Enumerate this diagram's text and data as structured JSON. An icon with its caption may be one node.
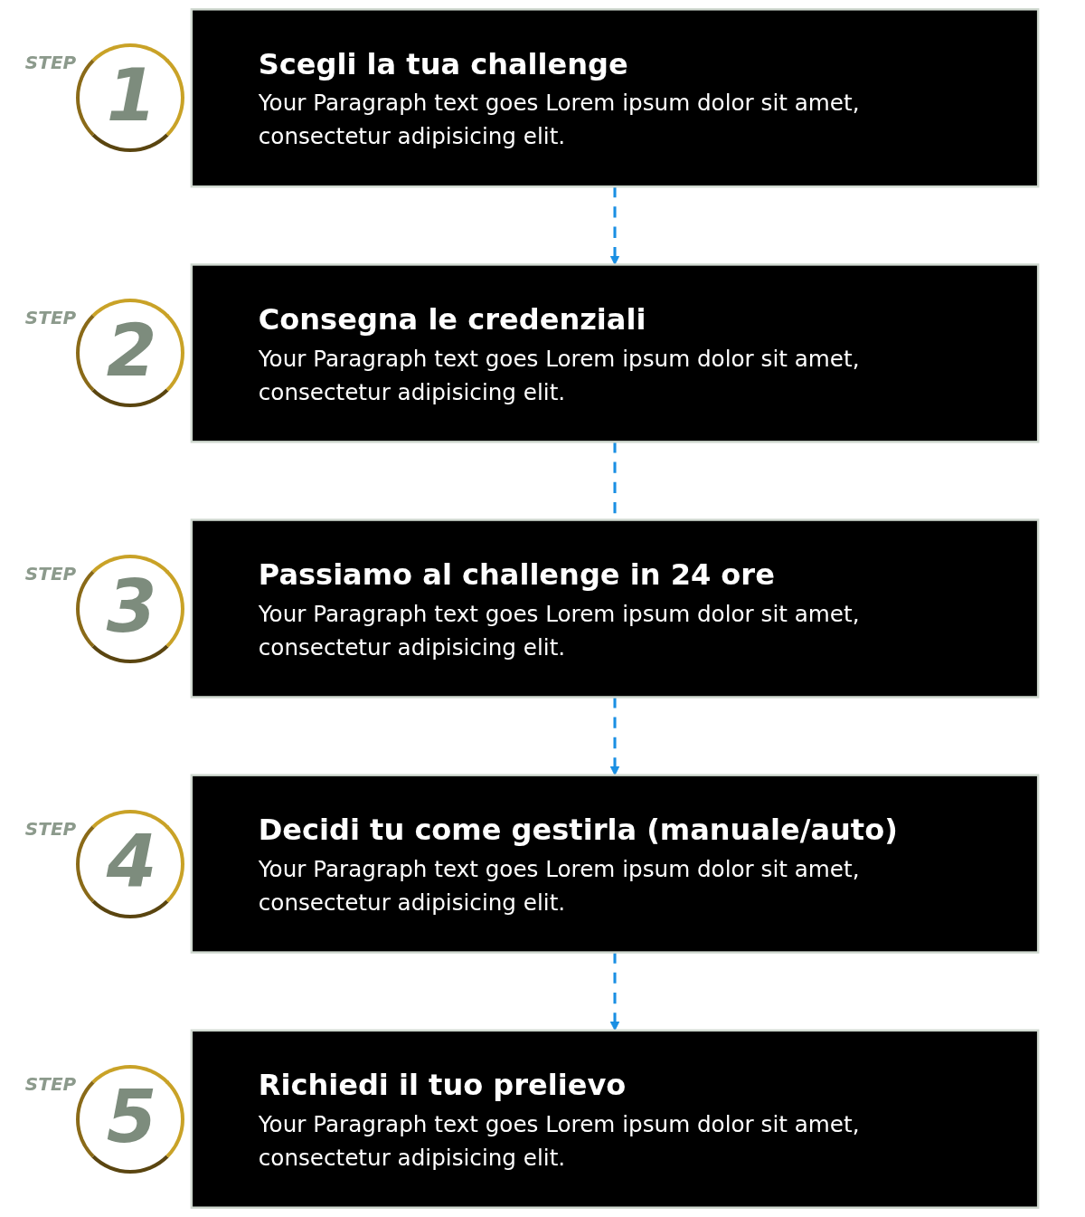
{
  "diagram": {
    "nodes": [
      {
        "text": [
          "Scegli la tua challenge",
          "Your Paragraph text goes Lorem ipsum dolor sit amet, consectetur adipisicing elit."
        ],
        "beside": [
          "STEP",
          "1"
        ]
      },
      {
        "text": [
          "Consegna le credenziali",
          "Your Paragraph text goes Lorem ipsum dolor sit amet, consectetur adipisicing elit."
        ],
        "beside": [
          "STEP",
          "2"
        ]
      },
      {
        "text": [
          "Passiamo al challenge in 24 ore",
          "Your Paragraph text goes Lorem ipsum dolor sit amet, consectetur adipisicing elit."
        ],
        "beside": [
          "STEP",
          "3"
        ]
      },
      {
        "text": [
          "Decidi tu come gestirla (manuale/auto)",
          "Your Paragraph text goes Lorem ipsum dolor sit amet, consectetur adipisicing elit."
        ],
        "beside": [
          "STEP",
          "4"
        ]
      },
      {
        "text": [
          "Richiedi il tuo prelievo",
          "Your Paragraph text goes Lorem ipsum dolor sit amet, consectetur adipisicing elit."
        ],
        "beside": [
          "STEP",
          "5"
        ]
      }
    ],
    "edges": [
      {
        "from": 0,
        "to": 1,
        "arrow": "to",
        "style": "dashed"
      },
      {
        "from": 1,
        "to": 2,
        "arrow": "none",
        "style": "dashed"
      },
      {
        "from": 2,
        "to": 3,
        "arrow": "to",
        "style": "dashed"
      },
      {
        "from": 3,
        "to": 4,
        "arrow": "to",
        "style": "dashed"
      }
    ]
  }
}
